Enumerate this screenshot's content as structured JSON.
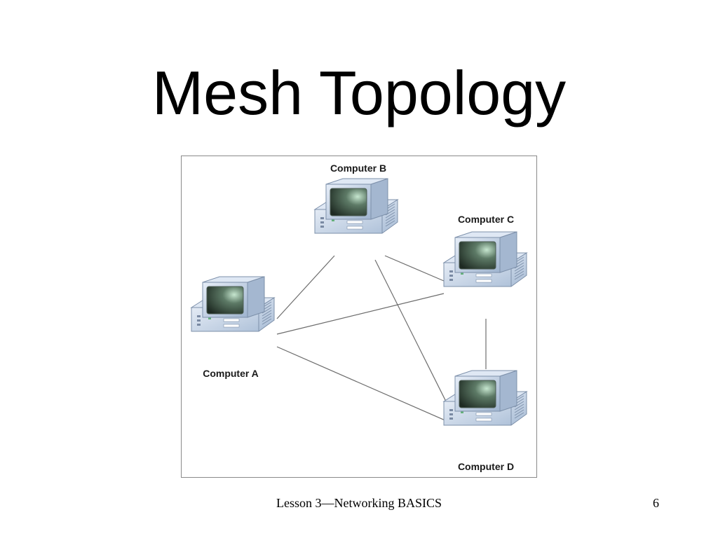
{
  "slide": {
    "title": "Mesh Topology",
    "footer": "Lesson 3—Networking BASICS",
    "page_number": "6"
  },
  "diagram": {
    "nodes": [
      {
        "id": "A",
        "label": "Computer A",
        "icon": "computer-icon"
      },
      {
        "id": "B",
        "label": "Computer B",
        "icon": "computer-icon"
      },
      {
        "id": "C",
        "label": "Computer C",
        "icon": "computer-icon"
      },
      {
        "id": "D",
        "label": "Computer D",
        "icon": "computer-icon"
      }
    ],
    "links": [
      [
        "A",
        "B"
      ],
      [
        "A",
        "C"
      ],
      [
        "A",
        "D"
      ],
      [
        "B",
        "C"
      ],
      [
        "B",
        "D"
      ],
      [
        "C",
        "D"
      ]
    ],
    "colors": {
      "cable": "#6d6d6d",
      "monitor_body": "#c7d6e8",
      "screen": "#2f3e33",
      "frame": "#8a8a8a"
    }
  }
}
